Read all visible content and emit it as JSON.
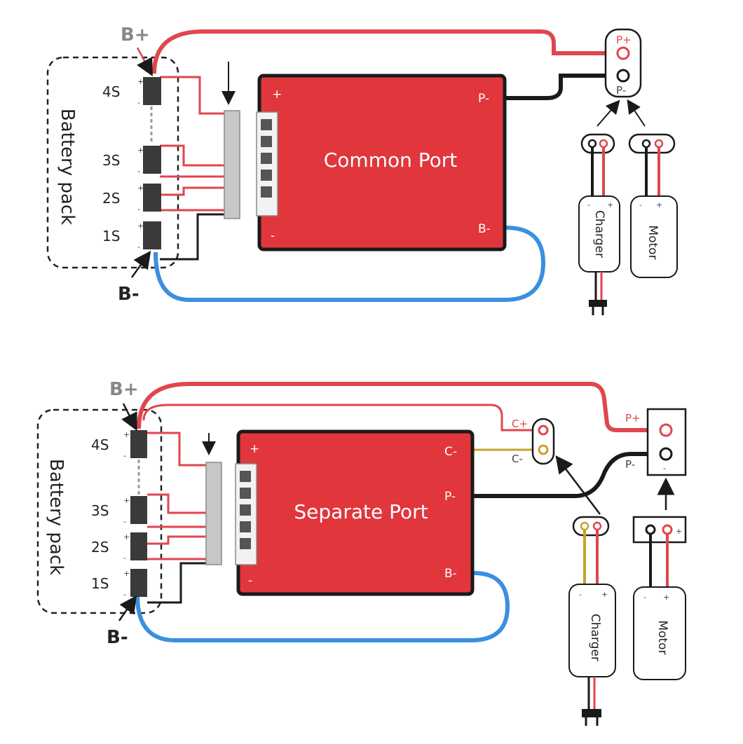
{
  "colors": {
    "board": "#e0363c",
    "board_border": "#1a1a1a",
    "wire_red": "#e0464c",
    "wire_black": "#1a1a1a",
    "wire_blue": "#3a8fe0",
    "wire_yellow": "#c9a227",
    "cell": "#3a3a3a"
  },
  "diagrams": [
    {
      "board_label": "Common Port",
      "battery_label": "Battery pack",
      "b_plus": "B+",
      "b_minus": "B-",
      "cells": [
        "4S",
        "3S",
        "2S",
        "1S"
      ],
      "board_plus": "+",
      "board_minus": "-",
      "ports": {
        "p_minus": "P-",
        "b_minus": "B-"
      },
      "terminal": {
        "p_plus": "P+",
        "p_minus": "P-"
      },
      "charger": {
        "label": "Charger",
        "minus": "-",
        "plus": "+"
      },
      "motor": {
        "label": "Motor",
        "minus": "-",
        "plus": "+"
      }
    },
    {
      "board_label": "Separate Port",
      "battery_label": "Battery pack",
      "b_plus": "B+",
      "b_minus": "B-",
      "cells": [
        "4S",
        "3S",
        "2S",
        "1S"
      ],
      "board_plus": "+",
      "board_minus": "-",
      "ports": {
        "c_minus": "C-",
        "p_minus": "P-",
        "b_minus": "B-"
      },
      "c_terminal": {
        "c_plus": "C+",
        "c_minus": "C-"
      },
      "terminal": {
        "p_plus": "P+",
        "p_minus": "P-",
        "minus": "-"
      },
      "charger": {
        "label": "Charger",
        "minus": "-",
        "plus": "+"
      },
      "motor": {
        "label": "Motor",
        "minus": "-",
        "plus": "+"
      }
    }
  ]
}
